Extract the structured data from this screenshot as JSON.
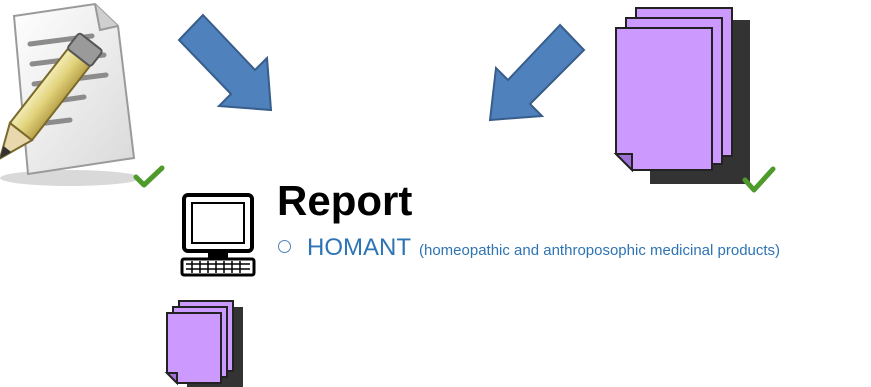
{
  "report": {
    "heading": "Report",
    "bullet_main": "HOMANT",
    "bullet_sub": "(homeopathic and anthroposophic medicinal products)"
  },
  "colors": {
    "arrow_fill": "#4f81bd",
    "document_fill": "#cc99ff",
    "checkmark": "#4e9a2a",
    "text_blue": "#2e74b5"
  },
  "icons": [
    "document-pencil-icon",
    "arrow-down-right-icon",
    "arrow-down-left-icon",
    "document-stack-icon",
    "checkmark-icon",
    "computer-icon"
  ]
}
